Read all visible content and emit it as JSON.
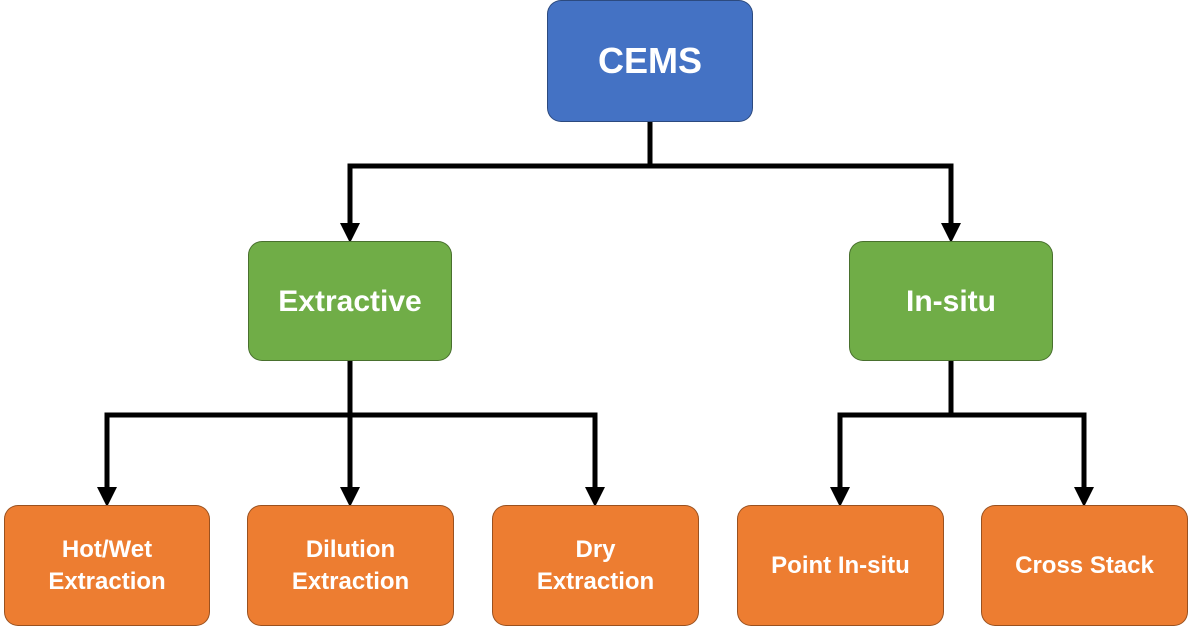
{
  "root": {
    "label": "CEMS",
    "color": "#4472c4"
  },
  "categories": [
    {
      "label": "Extractive",
      "color": "#70ad47"
    },
    {
      "label": "In-situ",
      "color": "#70ad47"
    }
  ],
  "leaves": [
    {
      "line1": "Hot/Wet",
      "line2": "Extraction",
      "color": "#ed7d31"
    },
    {
      "line1": "Dilution",
      "line2": "Extraction",
      "color": "#ed7d31"
    },
    {
      "line1": "Dry",
      "line2": "Extraction",
      "color": "#ed7d31"
    },
    {
      "line1": "Point In-situ",
      "line2": "",
      "color": "#ed7d31"
    },
    {
      "line1": "Cross Stack",
      "line2": "",
      "color": "#ed7d31"
    }
  ],
  "edges": [
    {
      "from": "CEMS",
      "to": "Extractive"
    },
    {
      "from": "CEMS",
      "to": "In-situ"
    },
    {
      "from": "Extractive",
      "to": "Hot/Wet Extraction"
    },
    {
      "from": "Extractive",
      "to": "Dilution Extraction"
    },
    {
      "from": "Extractive",
      "to": "Dry Extraction"
    },
    {
      "from": "In-situ",
      "to": "Point In-situ"
    },
    {
      "from": "In-situ",
      "to": "Cross Stack"
    }
  ]
}
